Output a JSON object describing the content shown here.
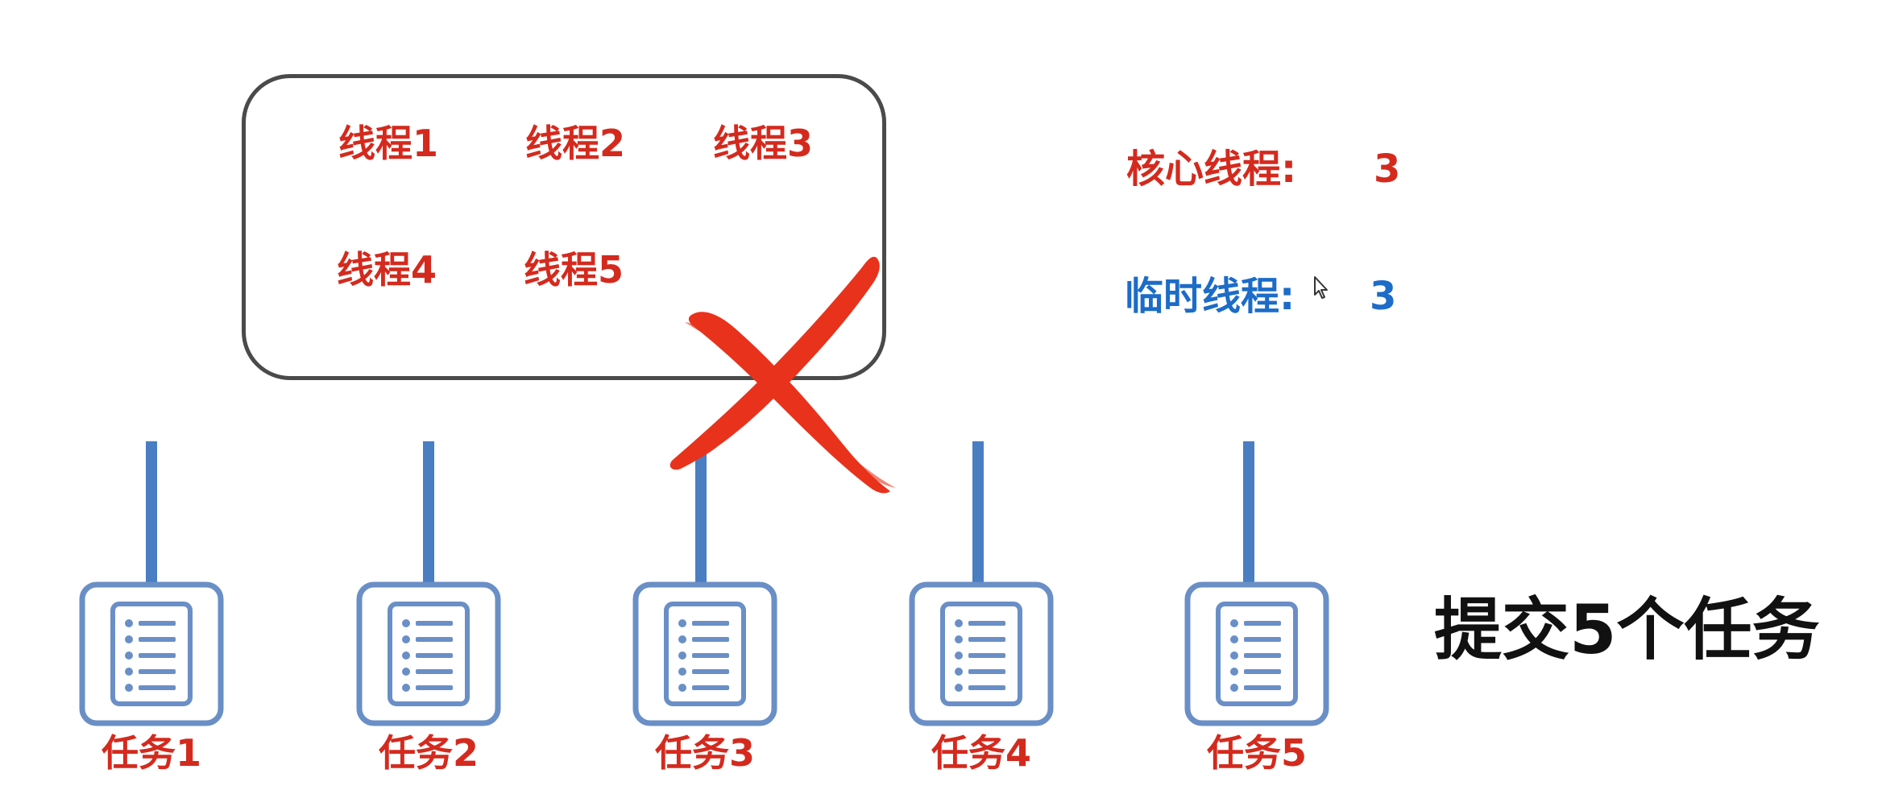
{
  "colors": {
    "thread_red": "#d42a1e",
    "temp_blue": "#1c6cc8",
    "connector_blue": "#4a7ec2",
    "icon_blue": "#6a8fc6",
    "cross_red": "#e8321c",
    "box_border": "#4a4a4a"
  },
  "pool": {
    "threads": [
      "线程1",
      "线程2",
      "线程3",
      "线程4",
      "线程5"
    ]
  },
  "info": {
    "core_label": "核心线程:",
    "core_value": "3",
    "temp_label": "临时线程:",
    "temp_value": "3"
  },
  "tasks": [
    "任务1",
    "任务2",
    "任务3",
    "任务4",
    "任务5"
  ],
  "submit_text": "提交5个任务",
  "icons": {
    "task": "document-list-icon",
    "reject": "red-cross-icon",
    "cursor": "mouse-pointer-icon"
  }
}
